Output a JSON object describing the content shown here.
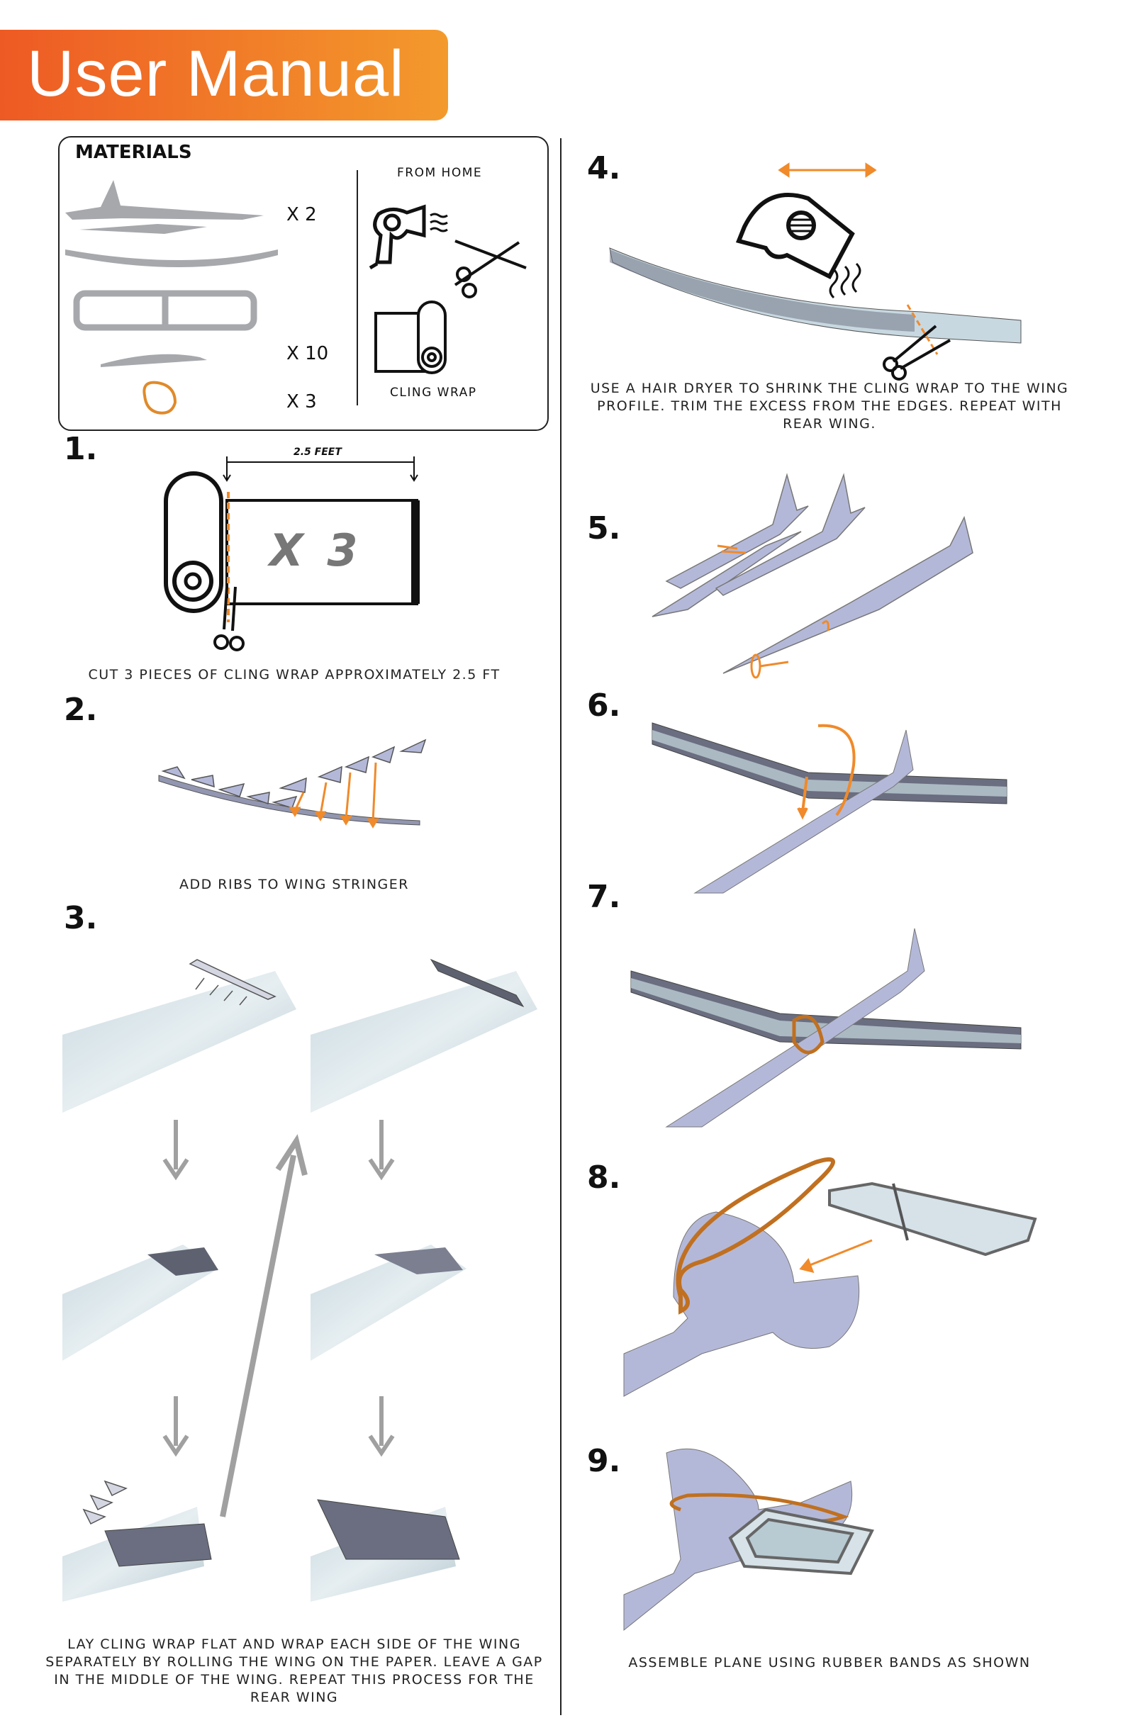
{
  "header": {
    "title": "User Manual"
  },
  "materials": {
    "heading": "MATERIALS",
    "qty_2": "X 2",
    "qty_10": "X 10",
    "qty_3": "X 3",
    "from_home": "FROM HOME",
    "cling_wrap": "CLING WRAP"
  },
  "steps": [
    {
      "number": "1.",
      "caption": "CUT 3 PIECES OF CLING WRAP APPROXIMATELY 2.5 FT",
      "dimension": "2.5 FEET",
      "sheet_label": "X 3"
    },
    {
      "number": "2.",
      "caption": "ADD RIBS TO WING STRINGER"
    },
    {
      "number": "3.",
      "caption": "LAY CLING WRAP FLAT AND WRAP EACH SIDE OF THE WING SEPARATELY BY ROLLING THE WING ON THE PAPER. LEAVE A GAP IN THE MIDDLE OF THE WING. REPEAT THIS PROCESS FOR THE REAR WING"
    },
    {
      "number": "4.",
      "caption": "USE A HAIR DRYER TO SHRINK THE CLING WRAP TO THE WING PROFILE. TRIM THE EXCESS FROM THE EDGES. REPEAT WITH REAR WING."
    },
    {
      "number": "5."
    },
    {
      "number": "6."
    },
    {
      "number": "7."
    },
    {
      "number": "8."
    },
    {
      "number": "9.",
      "caption": "ASSEMBLE PLANE USING RUBBER BANDS AS SHOWN"
    }
  ],
  "colors": {
    "accent": "#f08a2a",
    "banner_start": "#ee5a24",
    "banner_end": "#f39a2c",
    "part_gray": "#a6a8ac",
    "balsa_lilac": "#b4b8d8",
    "wrap_blue": "#c8d8e0"
  }
}
